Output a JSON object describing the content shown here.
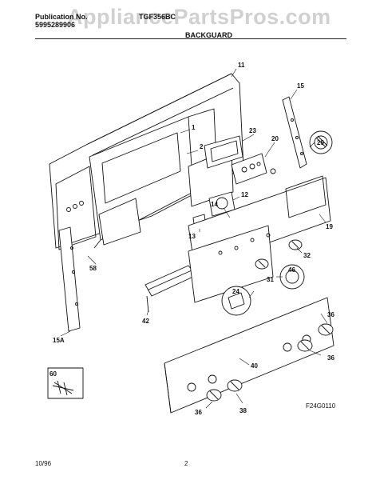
{
  "header": {
    "publication_label": "Publication No.",
    "publication_number": "5995289906",
    "model": "TGF356BC",
    "section_title": "BACKGUARD",
    "watermark": "AppliancePartsPros.com"
  },
  "footer": {
    "date": "10/96",
    "page": "2",
    "figure_code": "F24G0110"
  },
  "part_numbers": {
    "p11": "11",
    "p15": "15",
    "p1": "1",
    "p2": "2",
    "p23": "23",
    "p20": "20",
    "p29": "29",
    "p12": "12",
    "p14": "14",
    "p13": "13",
    "p19": "19",
    "p32": "32",
    "p46": "46",
    "p31": "31",
    "p24": "24",
    "p58": "58",
    "p42": "42",
    "p15a": "15A",
    "p36a": "36",
    "p36b": "36",
    "p36c": "36",
    "p40": "40",
    "p38": "38",
    "p60": "60"
  }
}
